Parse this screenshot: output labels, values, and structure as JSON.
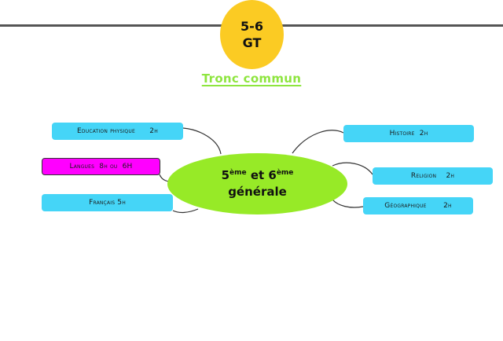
{
  "header": {
    "badge_line1": "5-6",
    "badge_line2": "GT",
    "title": "Tronc commun"
  },
  "center": {
    "num1": "5",
    "sup1": "ème",
    "connector": " et ",
    "num2": "6",
    "sup2": "ème",
    "line2": "générale"
  },
  "nodes": {
    "education_physique": "Education physique      2h",
    "langues": "Langues  8h ou  6H",
    "francais": "Français 5h",
    "histoire": "Histoire  2h",
    "religion": "Religion    2h",
    "geographique": "Géographique       2h"
  },
  "colors": {
    "badge": "#FBCB23",
    "title": "#8EE53F",
    "center": "#97EA27",
    "node": "#45D5F7",
    "node_highlight": "#FF00FF"
  }
}
